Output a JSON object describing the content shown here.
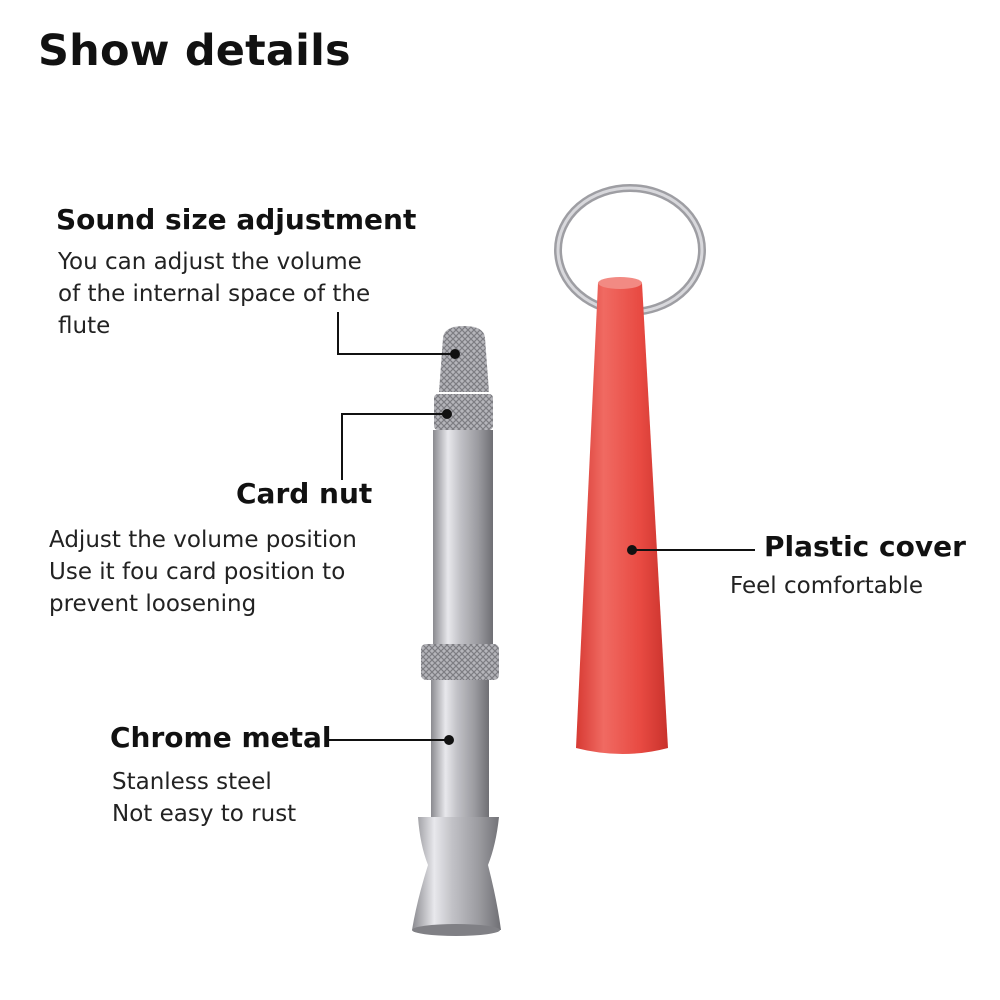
{
  "title": "Show details",
  "callouts": {
    "sound": {
      "heading": "Sound size adjustment",
      "lines": [
        "You can adjust the volume",
        "of the internal space of the",
        "flute"
      ]
    },
    "card_nut": {
      "heading": "Card nut",
      "lines": [
        "Adjust the volume position",
        "Use it fou card position to",
        "prevent loosening"
      ]
    },
    "chrome": {
      "heading": "Chrome metal",
      "lines": [
        "Stanless steel",
        "Not easy to rust"
      ]
    },
    "plastic": {
      "heading": "Plastic cover",
      "lines": [
        "Feel comfortable"
      ]
    }
  },
  "colors": {
    "cover": "#e8473f",
    "metal": "#b9b9bd",
    "ring": "#a9a9ad"
  }
}
